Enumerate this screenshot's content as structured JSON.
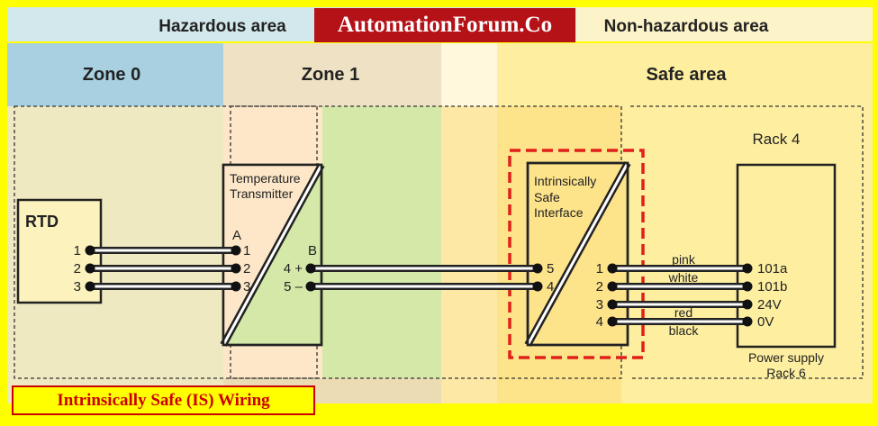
{
  "brand": "AutomationForum.Co",
  "header": {
    "hazardous": "Hazardous area",
    "non_hazardous": "Non-hazardous area"
  },
  "zones": {
    "zone0": "Zone 0",
    "zone1": "Zone 1",
    "safe": "Safe area"
  },
  "rack4": "Rack 4",
  "rtd": {
    "label": "RTD",
    "terminals": [
      "1",
      "2",
      "3"
    ]
  },
  "transmitter": {
    "line1": "Temperature",
    "line2": "Transmitter",
    "group_a": "A",
    "group_b": "B",
    "terminals_a": [
      "1",
      "2",
      "3"
    ],
    "terminals_b": [
      "4 +",
      "5 –"
    ]
  },
  "is_interface": {
    "line1": "Intrinsically",
    "line2": "Safe",
    "line3": "Interface",
    "input_terminals": [
      "5",
      "4"
    ],
    "output_terminals": [
      "1",
      "2",
      "3",
      "4"
    ]
  },
  "wires": {
    "pink": "pink",
    "white": "white",
    "red": "red",
    "black": "black"
  },
  "power_supply": {
    "terminals": [
      "101a",
      "101b",
      "24V",
      "0V"
    ],
    "line1": "Power supply",
    "line2": "Rack 6"
  },
  "caption": "Intrinsically Safe (IS) Wiring",
  "colors": {
    "frame": "#ffff00",
    "zone0": "#a8d0e0",
    "zone1": "#efe1c4",
    "safe": "#fdeea0",
    "green": "#d4e9a8",
    "brand_bg": "#b51218",
    "highlight": "#e0201a"
  }
}
